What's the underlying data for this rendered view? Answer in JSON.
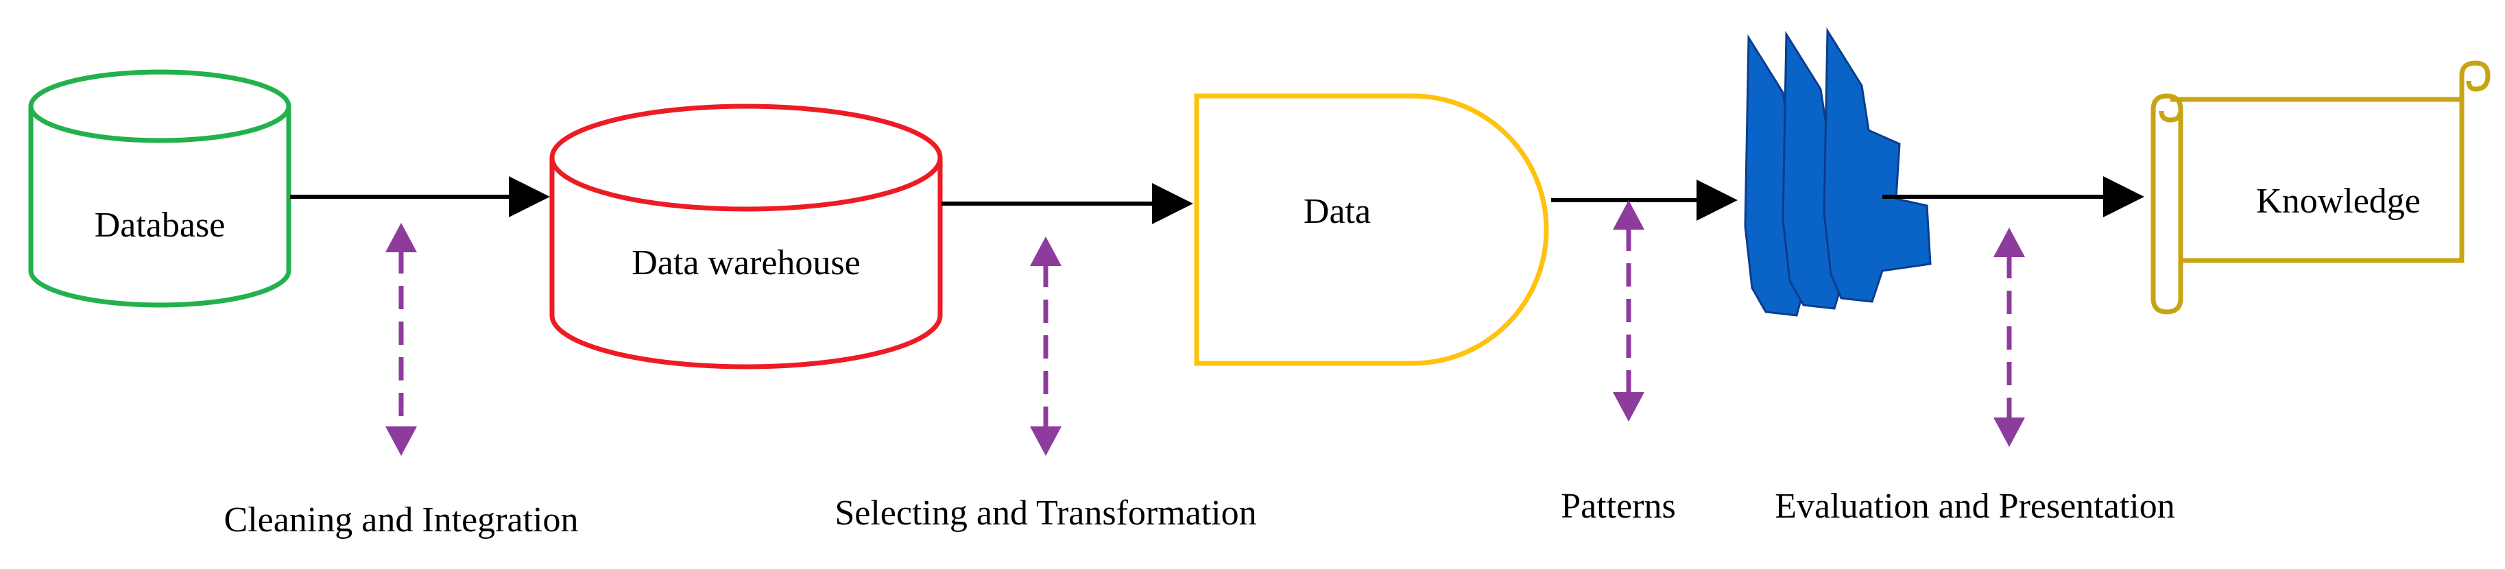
{
  "nodes": {
    "database": {
      "label": "Database",
      "color": "#22b14c"
    },
    "warehouse": {
      "label": "Data warehouse",
      "color": "#ed1c24"
    },
    "data": {
      "label": "Data",
      "color": "#ffc20e"
    },
    "patterns_icon": {
      "color": "#0a64c8",
      "icon": "patterns-icon"
    },
    "knowledge": {
      "label": "Knowledge",
      "color": "#c8a415",
      "icon": "scroll-icon"
    }
  },
  "steps": [
    {
      "label": "Cleaning and Integration"
    },
    {
      "label": "Selecting and Transformation"
    },
    {
      "label": "Patterns"
    },
    {
      "label": "Evaluation and Presentation"
    }
  ],
  "colors": {
    "flow_arrow": "#000000",
    "step_arrow": "#8e3b9e"
  }
}
